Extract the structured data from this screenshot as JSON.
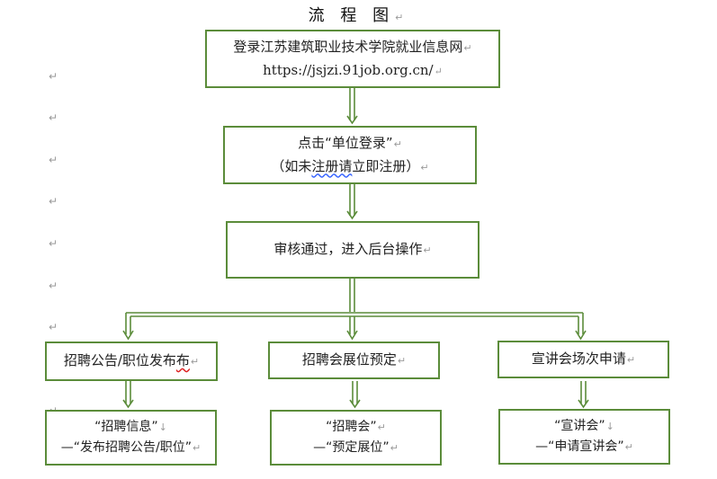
{
  "title": "流 程 图",
  "paragraph_mark": "↵",
  "line_break_mark": "↓",
  "boxes": {
    "b1": {
      "line1": "登录江苏建筑职业技术学院就业信息网",
      "line2": "https://jsjzi.91job.org.cn/"
    },
    "b2": {
      "line1_pre": "点击“单位登录”",
      "line2_pre": "（如未",
      "line2_sq": "注册请",
      "line2_post": "立即注册）"
    },
    "b3": {
      "line1": "审核通过，进入后台操作"
    },
    "b4a": {
      "line1_pre": "招聘公告/职位发布",
      "line1_sq": "布"
    },
    "b4b": {
      "line1": "招聘会展位预定"
    },
    "b4c": {
      "line1": "宣讲会场次申请"
    },
    "b5a": {
      "line1": "“招聘信息”",
      "line2": "—“发布招聘公告/职位”"
    },
    "b5b": {
      "line1": "“招聘会”",
      "line2": "—“预定展位”"
    },
    "b5c": {
      "line1": "“宣讲会”",
      "line2": "—“申请宣讲会”"
    }
  },
  "colors": {
    "border": "#5b8c3a",
    "arrow": "#5b8c3a",
    "marks": "#9a9a9a"
  }
}
